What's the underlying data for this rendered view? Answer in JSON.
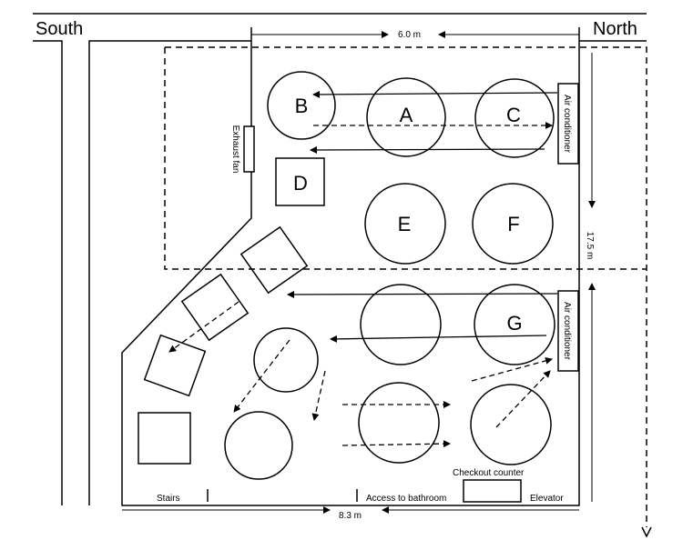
{
  "directions": {
    "south": "South",
    "north": "North"
  },
  "dimensions": {
    "top": "6.0 m",
    "side": "17.5 m",
    "bottom": "8.3 m"
  },
  "tables": {
    "a": "A",
    "b": "B",
    "c": "C",
    "d": "D",
    "e": "E",
    "f": "F",
    "g": "G"
  },
  "fixtures": {
    "exhaust_fan": "Exhaust fan",
    "air_conditioner_top": "Air conditioner",
    "air_conditioner_bottom": "Air conditioner",
    "stairs": "Stairs",
    "bathroom": "Access to bathroom",
    "elevator": "Elevator",
    "checkout": "Checkout counter"
  }
}
